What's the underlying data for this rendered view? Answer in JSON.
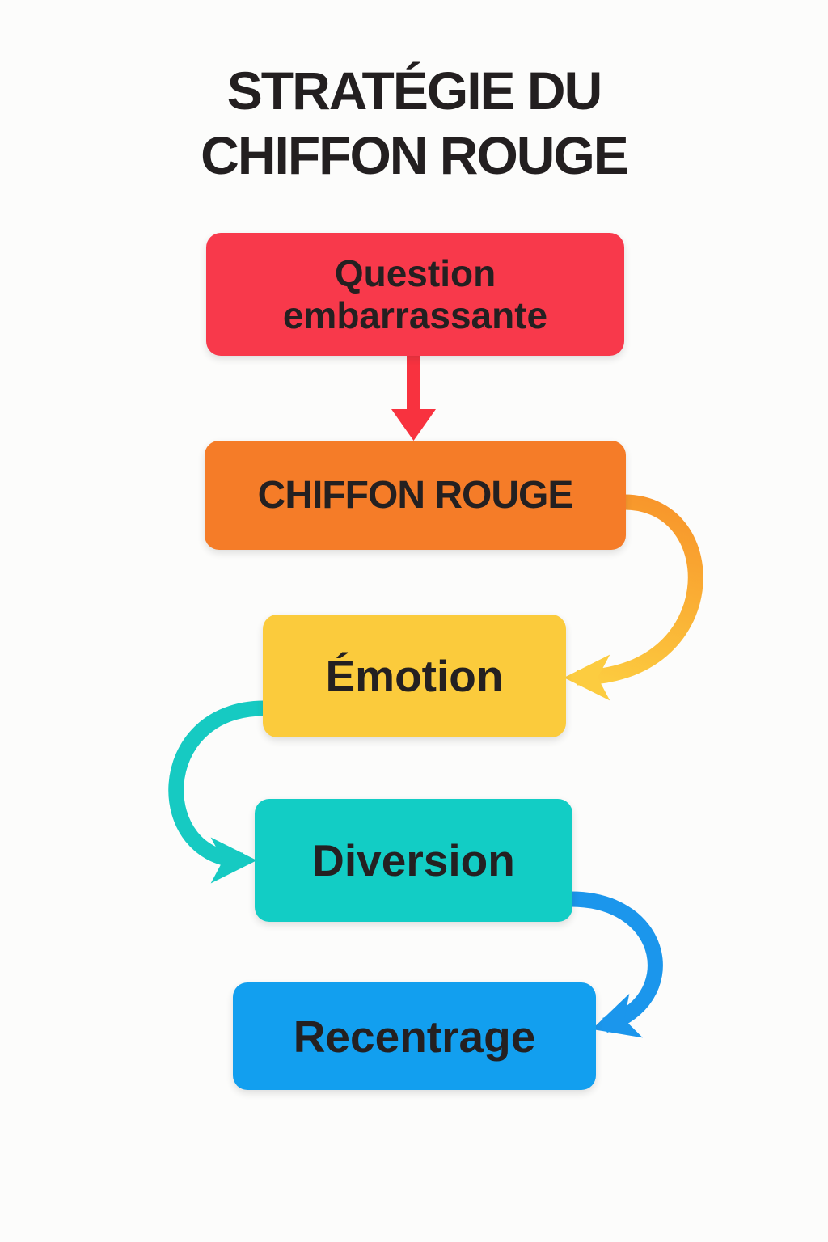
{
  "title": {
    "line1": "STRATÉGIE DU",
    "line2": "CHIFFON ROUGE"
  },
  "flow": {
    "nodes": [
      {
        "label": "Question embarrassante",
        "color": "#F8394B"
      },
      {
        "label": "CHIFFON ROUGE",
        "color": "#F57C28"
      },
      {
        "label": "Émotion",
        "color": "#FBCB3C"
      },
      {
        "label": "Diversion",
        "color": "#12CDC5"
      },
      {
        "label": "Recentrage",
        "color": "#129FEF"
      }
    ],
    "connectors": [
      {
        "from": "Question embarrassante",
        "to": "CHIFFON ROUGE",
        "shape": "straight-down",
        "color": "#F8323F"
      },
      {
        "from": "CHIFFON ROUGE",
        "to": "Émotion",
        "shape": "curve-right",
        "color_start": "#F8962B",
        "color_end": "#FCCC40"
      },
      {
        "from": "Émotion",
        "to": "Diversion",
        "shape": "curve-left",
        "color": "#16CAC2"
      },
      {
        "from": "Diversion",
        "to": "Recentrage",
        "shape": "curve-right",
        "color": "#1B96EC"
      }
    ]
  },
  "colors": {
    "background": "#FCFCFB",
    "title_text": "#231F20",
    "node_text": "#242021"
  }
}
